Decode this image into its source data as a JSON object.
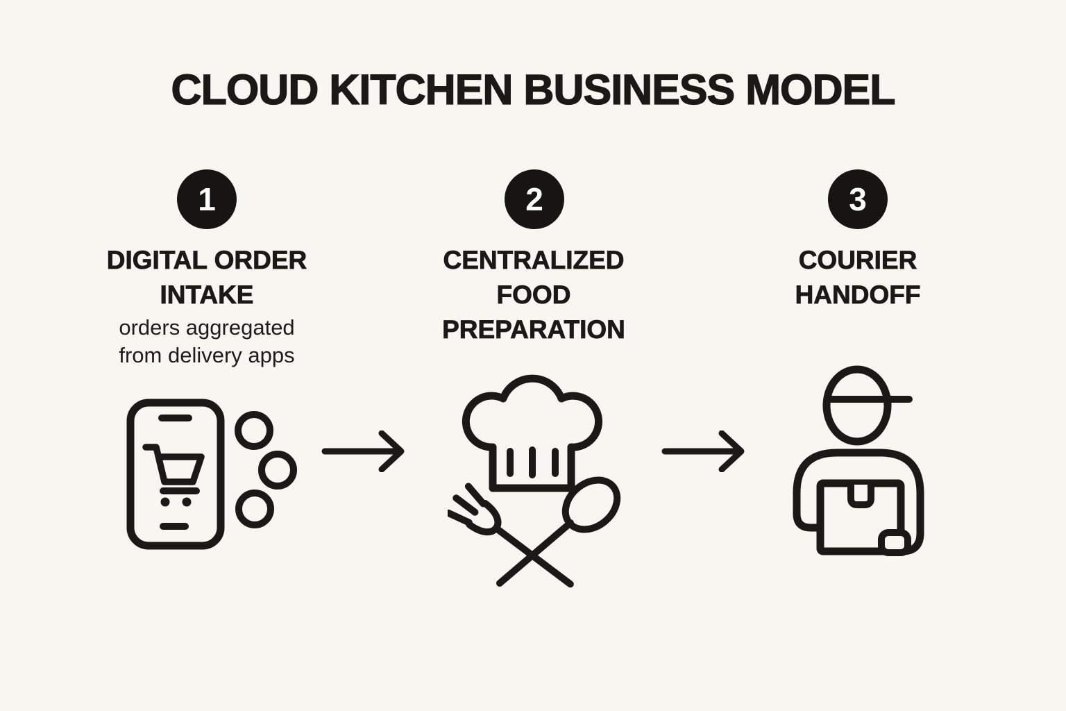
{
  "title": "CLOUD KITCHEN BUSINESS MODEL",
  "colors": {
    "background": "#f8f6f0",
    "ink": "#1b1916",
    "badge_background": "#171411",
    "badge_text": "#ffffff"
  },
  "steps": [
    {
      "number": "1",
      "title_lines": [
        "DIGITAL ORDER",
        "INTAKE"
      ],
      "subtitle_lines": [
        "orders aggregated",
        "from delivery apps"
      ],
      "icon": "smartphone-cart-icon"
    },
    {
      "number": "2",
      "title_lines": [
        "CENTRALIZED",
        "FOOD",
        "PREPARATION"
      ],
      "subtitle_lines": [],
      "icon": "chef-hat-utensils-icon"
    },
    {
      "number": "3",
      "title_lines": [
        "COURIER",
        "HANDOFF"
      ],
      "subtitle_lines": [],
      "icon": "courier-box-icon"
    }
  ],
  "connectors": [
    {
      "icon": "right-arrow-icon"
    },
    {
      "icon": "right-arrow-icon"
    }
  ]
}
